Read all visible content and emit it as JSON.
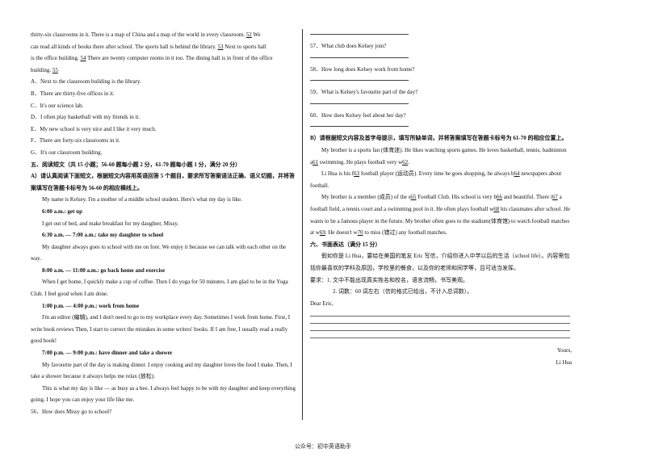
{
  "left": {
    "intro_lines": [
      "thirty-six classrooms in it. There is a map of China and a map of the world in every classroom.  ",
      "can read all kinds of books there after school. The sports hall is behind the library.  ",
      "is the office building.  ",
      "building.  "
    ],
    "blank52": "52",
    "line1_tail": "  We",
    "blank53": "53",
    "line2_tail": "  Next to sports hall",
    "blank54": "54",
    "line3_tail": "  There are twenty computer rooms in it too. The dining hall is in front of the office",
    "blank55": "55",
    "options": [
      "A．Next to the classroom building is the library.",
      "B．There are thirty-five offices in it.",
      "C．It's our science lab.",
      "D．I often play basketball with my friends in it.",
      "E．My new school is very nice and I like it very much.",
      "F．There are forty-six classrooms in it.",
      "G．It's our classroom building."
    ],
    "section5_title": "五、阅读短文（共 15 小题；56-60 题每小题 2 分，61-70 题每小题 1 分，满分 20 分）",
    "partA_instr": "A）请认真阅读下面短文，根据短文内容用英语回答 5 个题目，要求所写答案语法正确、语义切题，并将答案填写在答题卡标号为 56-60 的相应横线上。",
    "passage": [
      {
        "type": "p",
        "text": "My name is Kelsey. I'm a mother of a middle school student. Here's what my day is like."
      },
      {
        "type": "h",
        "text": "6:00 a.m.: get up"
      },
      {
        "type": "p",
        "text": "I get out of bed, and make breakfast for my daughter, Missy."
      },
      {
        "type": "h",
        "text": "6:30 a.m. — 7:00 a.m.: take my daughter to school"
      },
      {
        "type": "p",
        "text": "My daughter always goes to school with me on foot. We enjoy it because we can talk with each other on the way."
      },
      {
        "type": "h",
        "text": "8:00 a.m. — 11:00 a.m.: go back home and exercise"
      },
      {
        "type": "p",
        "text": "When I get home, I quickly make a cup of coffee. Then I do yoga for 50 minutes. I am glad to be in the Yoga Club. I feel good when I am done."
      },
      {
        "type": "h",
        "text": "1:00 p.m. — 4:00 p.m.: work from home"
      },
      {
        "type": "p",
        "text": "I'm an editor (编辑), and I don't need to go to my workplace every day. Sometimes I work from home. First, I write book reviews Then, I start to correct the mistakes in some writers' books. If I am free, I usually read a really good book!"
      },
      {
        "type": "h",
        "text": "7:00 p.m. — 9:00 p.m.: have dinner and take a shower"
      },
      {
        "type": "p",
        "text": "My favourite part of the day is making dinner. I enjoy cooking and my daughter loves the food I make. Then, I take a shower because it always helps me relax (放松)."
      },
      {
        "type": "p",
        "text": "This is what my day is like — as busy as a bee. I always feel happy to be with my daughter and keep everything going. I hope you can enjoy your life like me."
      }
    ],
    "q56": "56．How does Missy go to school?"
  },
  "right": {
    "questions": [
      "57．What club does Kelsey join?",
      "58．How long does Kelsey work from home?",
      "59．What is Kelsey's favourite part of the day?",
      "60．How does Kelsey feel about her day?"
    ],
    "partB_instr": "B）请根据短文内容及首字母提示，填写所缺单词，并将答案填写在答题卡标号为 61-70 的相应位置上。",
    "para1": {
      "a": "My brother is a sports fan (体育迷). He likes watching sports games. He loves basketball, tennis, badminton a",
      "b61": "61",
      "c": " swimming. He plays football very w",
      "b62": "62",
      "d": "."
    },
    "para2": {
      "a": "Li Hua is his f",
      "b63": "63",
      "c": " football player (运动员). Every time he goes shopping, he always b",
      "b64": "64",
      "d": " newspapers about football."
    },
    "para3": {
      "a": "My brother is a member (成员) of the s",
      "b65": "65",
      "c": " Football Club. His school is very b",
      "b66": "66",
      "d": " and beautiful. There i",
      "b67": "67",
      "e": " a football field, a tennis court and a swimming pool in it. He often plays football w",
      "b68": "68",
      "f": " his classmates after school. He wants to be a famous player in the future. My brother often goes to the stadium(体育馆) to watch football matches at w",
      "b69": "69",
      "g": ". He doesn't w",
      "b70": "70",
      "h": " to miss (错过) any football matches."
    },
    "section6_title": "六、书面表达（满分 15 分）",
    "writing_prompt": "假如你是 Li Hua，要给在美国的笔友 Eric 写信，介绍你进入中学以后的生活（school life）。内容需包括你最喜欢的学科及原因，学校里的餐食，以及你的老师和同学等，且可适当发挥。",
    "req_label": "要求：",
    "req1": "1. 文中不能出现真实姓名和校名，语言流畅，书写美观。",
    "req2": "2. 词数：60 词左右（信的格式已给出，不计入总词数）。",
    "salutation": "Dear Eric,",
    "closing": "Yours,",
    "signature": "Li Hua"
  },
  "footer": "公众号：初中英语助手"
}
